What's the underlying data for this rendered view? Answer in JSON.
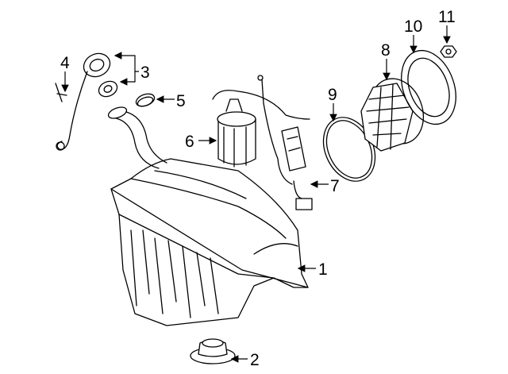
{
  "diagram": {
    "title": "Fuel tank and fuel pump components",
    "callouts": [
      {
        "id": "1",
        "part": "fuel-tank"
      },
      {
        "id": "2",
        "part": "tank-plug-cap"
      },
      {
        "id": "3",
        "part": "filler-cap-and-seal"
      },
      {
        "id": "4",
        "part": "cap-tether"
      },
      {
        "id": "5",
        "part": "filler-neck-clamp"
      },
      {
        "id": "6",
        "part": "fuel-pump"
      },
      {
        "id": "7",
        "part": "fuel-level-sender"
      },
      {
        "id": "8",
        "part": "pump-module-housing"
      },
      {
        "id": "9",
        "part": "seal-ring"
      },
      {
        "id": "10",
        "part": "lock-ring"
      },
      {
        "id": "11",
        "part": "nut"
      }
    ],
    "line_color": "#000000",
    "background": "#ffffff"
  }
}
